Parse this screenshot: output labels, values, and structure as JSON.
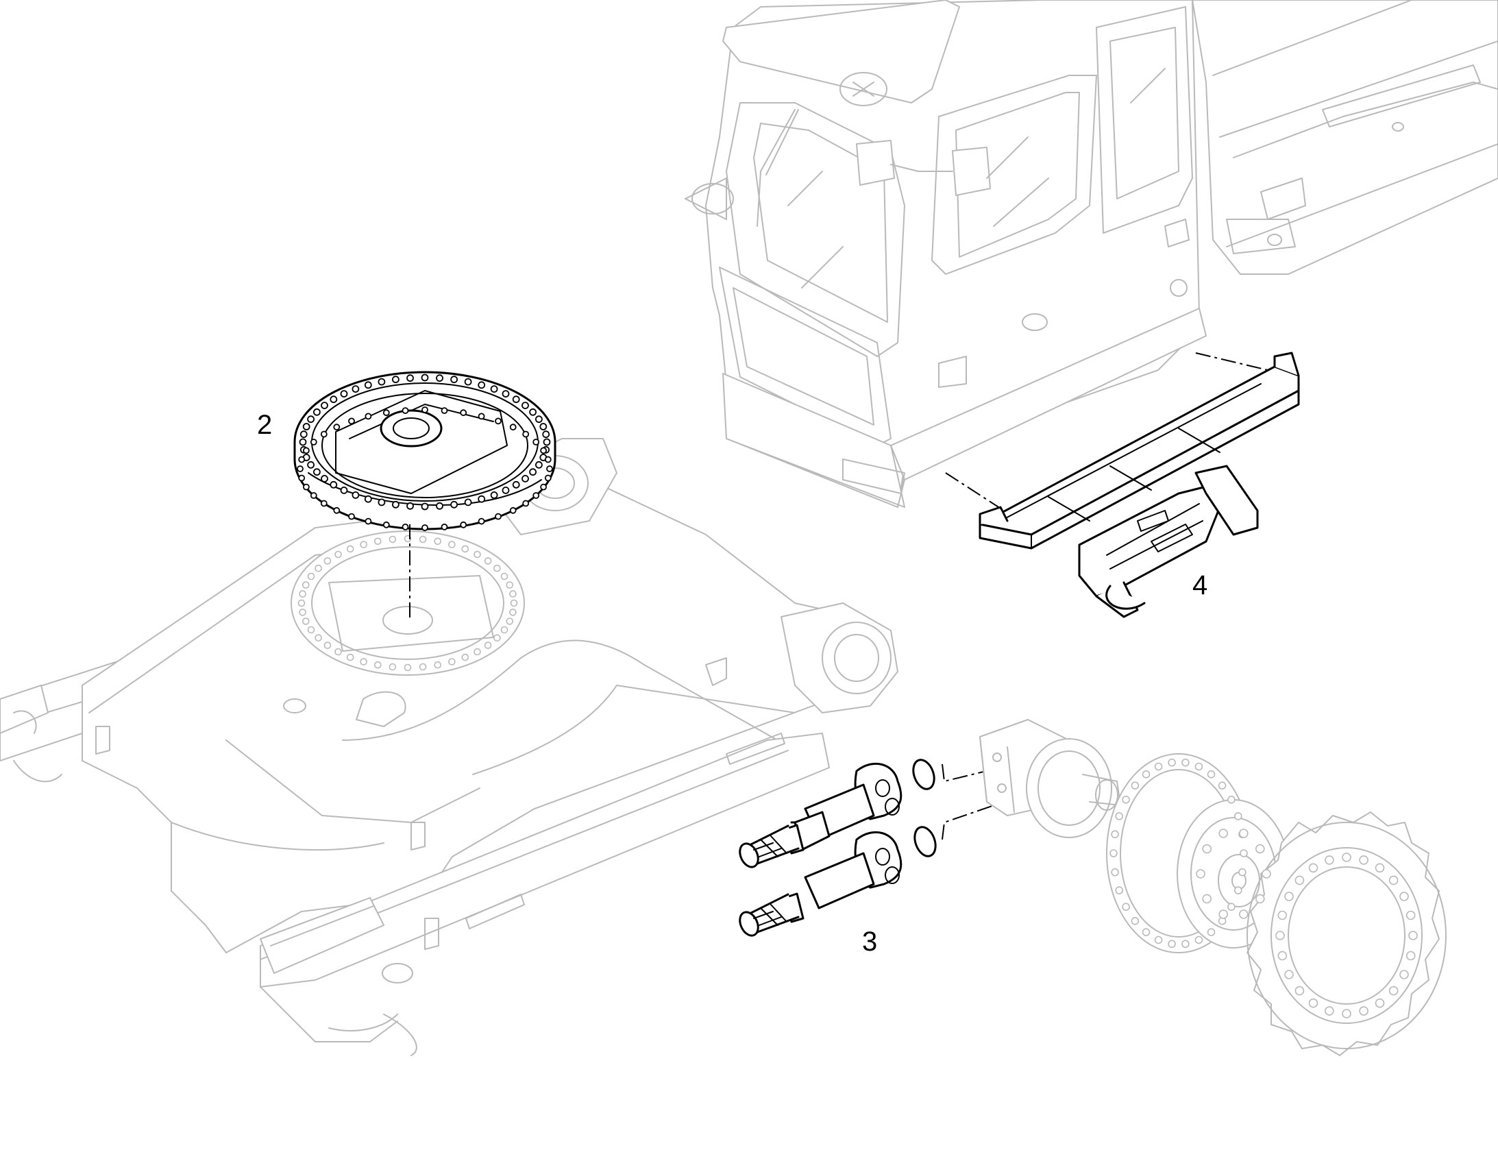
{
  "callouts": {
    "slewing_ring": "2",
    "hydraulic_hose_assembly": "3",
    "cab_frame_bracket": "4"
  },
  "colors": {
    "background": "#ffffff",
    "highlighted_part": "#000000",
    "context_linework": "#b9b9b9"
  }
}
